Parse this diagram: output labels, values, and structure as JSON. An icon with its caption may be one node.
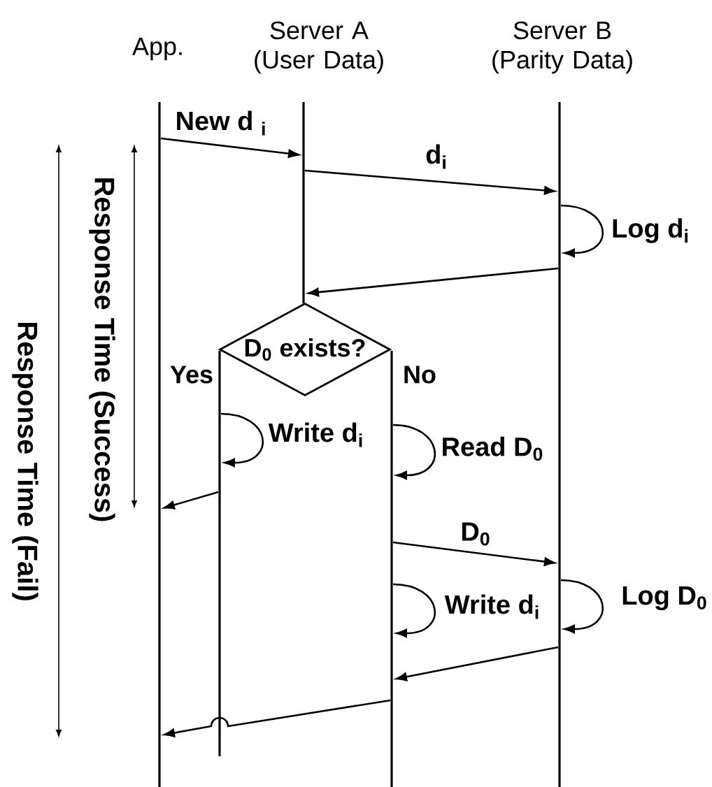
{
  "diagram": {
    "nodes": [
      {
        "text": [
          "App."
        ]
      },
      {
        "text": [
          "Server A (User Data)"
        ]
      },
      {
        "text": [
          "Server B (Parity Data)"
        ]
      },
      {
        "text": [],
        "shape": "bar"
      },
      {
        "text": [],
        "shape": "bar"
      },
      {
        "text": [],
        "shape": "bar"
      },
      {
        "text": [
          "D$_{0}$ exists?"
        ]
      },
      {
        "text": [],
        "shape": "bar"
      },
      {
        "text": [],
        "shape": "bar"
      }
    ],
    "edges": [
      {
        "from": 3,
        "to": 4,
        "arrow": "to",
        "label": "New d $_{i}$"
      },
      {
        "from": 4,
        "to": 5,
        "arrow": "to",
        "label": "d$_{i}$"
      },
      {
        "from": 5,
        "to": 5,
        "arrow": "to",
        "label": "Log d$_{i}$"
      },
      {
        "from": 5,
        "to": 4,
        "arrow": "to"
      },
      {
        "from": 7,
        "to": 7,
        "arrow": "to",
        "label": "Write d$_{i}$"
      },
      {
        "from": 8,
        "to": 8,
        "arrow": "to",
        "label": "Read D$_{0}$"
      },
      {
        "from": 7,
        "to": 3,
        "arrow": "to"
      },
      {
        "from": 8,
        "to": 5,
        "arrow": "to",
        "label": "D$_{0}$"
      },
      {
        "from": 8,
        "to": 8,
        "arrow": "to",
        "label": "Write d$_{i}$"
      },
      {
        "from": 5,
        "to": 5,
        "arrow": "to",
        "label": "Log D$_{0}$"
      },
      {
        "from": 5,
        "to": 8,
        "arrow": "to"
      },
      {
        "from": 8,
        "to": 3,
        "arrow": "to"
      }
    ],
    "labels": [
      "Response Time (Fail)",
      "Response Time (Success)",
      "Yes",
      "No"
    ]
  }
}
